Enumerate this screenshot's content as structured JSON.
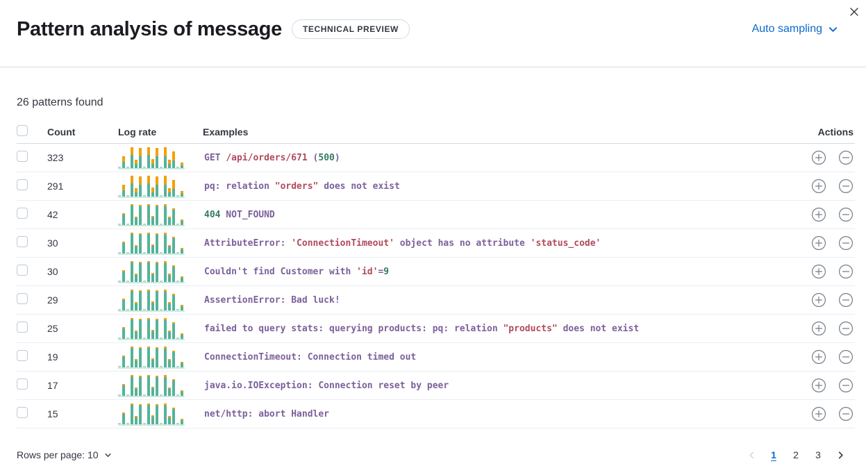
{
  "header": {
    "title": "Pattern analysis of message",
    "badge": "TECHNICAL PREVIEW",
    "sampling": "Auto sampling"
  },
  "summary_text": "26 patterns found",
  "table": {
    "headers": {
      "count": "Count",
      "log_rate": "Log rate",
      "examples": "Examples",
      "actions": "Actions"
    },
    "rows": [
      {
        "count": "323",
        "spark": "major",
        "example": [
          {
            "t": "GET ",
            "c": "p"
          },
          {
            "t": "/api/orders/671",
            "c": "r"
          },
          {
            "t": " (",
            "c": "p"
          },
          {
            "t": "500",
            "c": "g"
          },
          {
            "t": ")",
            "c": "p"
          }
        ]
      },
      {
        "count": "291",
        "spark": "major",
        "example": [
          {
            "t": "pq: relation ",
            "c": "p"
          },
          {
            "t": "\"orders\"",
            "c": "r"
          },
          {
            "t": " does not exist",
            "c": "p"
          }
        ]
      },
      {
        "count": "42",
        "spark": "minor",
        "example": [
          {
            "t": "404",
            "c": "g"
          },
          {
            "t": " NOT_FOUND",
            "c": "p"
          }
        ]
      },
      {
        "count": "30",
        "spark": "minor",
        "example": [
          {
            "t": "AttributeError: ",
            "c": "p"
          },
          {
            "t": "'ConnectionTimeout'",
            "c": "r"
          },
          {
            "t": " object has no attribute ",
            "c": "p"
          },
          {
            "t": "'status_code'",
            "c": "r"
          }
        ]
      },
      {
        "count": "30",
        "spark": "minor",
        "example": [
          {
            "t": "Couldn't find Customer with ",
            "c": "p"
          },
          {
            "t": "'id'",
            "c": "r"
          },
          {
            "t": "=",
            "c": "p"
          },
          {
            "t": "9",
            "c": "g"
          }
        ]
      },
      {
        "count": "29",
        "spark": "minor",
        "example": [
          {
            "t": "AssertionError: Bad luck!",
            "c": "p"
          }
        ]
      },
      {
        "count": "25",
        "spark": "minor",
        "example": [
          {
            "t": "failed to query stats: querying products: pq: relation ",
            "c": "p"
          },
          {
            "t": "\"products\"",
            "c": "r"
          },
          {
            "t": " does not exist",
            "c": "p"
          }
        ]
      },
      {
        "count": "19",
        "spark": "minor",
        "example": [
          {
            "t": "ConnectionTimeout: Connection timed out",
            "c": "p"
          }
        ]
      },
      {
        "count": "17",
        "spark": "minor",
        "example": [
          {
            "t": "java.io.IOException: Connection reset by peer",
            "c": "p"
          }
        ]
      },
      {
        "count": "15",
        "spark": "minor",
        "example": [
          {
            "t": "net/http: abort Handler",
            "c": "p"
          }
        ]
      }
    ]
  },
  "sparkline": {
    "heights": [
      7,
      55,
      7,
      97,
      38,
      92,
      8,
      97,
      42,
      92,
      7,
      97,
      38,
      78,
      7,
      26
    ],
    "orange_major": [
      0,
      45,
      0,
      35,
      50,
      40,
      0,
      38,
      50,
      40,
      0,
      42,
      50,
      55,
      0,
      50
    ],
    "orange_minor": [
      0,
      12,
      0,
      8,
      15,
      8,
      0,
      8,
      12,
      8,
      0,
      10,
      12,
      10,
      0,
      15
    ]
  },
  "footer": {
    "rows_per_page": "Rows per page: 10",
    "pages": [
      "1",
      "2",
      "3"
    ],
    "active_page": "1"
  },
  "colors": {
    "token_purple": "#7c609b",
    "token_red": "#b2495c",
    "token_green": "#357a63",
    "spark_teal": "#54b399",
    "spark_teal_pale": "#abd9c9",
    "spark_orange": "#f2a007",
    "link_blue": "#0b6acb",
    "icon_gray": "#757c87",
    "disabled_gray": "#d3dae6",
    "text_dark": "#343741"
  },
  "icons": {
    "close": "✕",
    "chevron_down": "⌄",
    "plus_circle": "⊕",
    "minus_circle": "⊖",
    "chevron_left": "‹",
    "chevron_right": "›"
  }
}
